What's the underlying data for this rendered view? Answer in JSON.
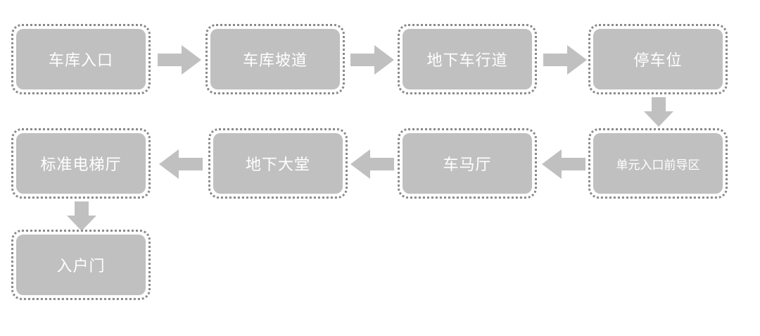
{
  "diagram": {
    "nodes": [
      {
        "id": "garage-entrance",
        "label": "车库入口"
      },
      {
        "id": "garage-ramp",
        "label": "车库坡道"
      },
      {
        "id": "underground-driveway",
        "label": "地下车行道"
      },
      {
        "id": "parking-space",
        "label": "停车位"
      },
      {
        "id": "unit-entrance-area",
        "label": "单元入口前导区"
      },
      {
        "id": "car-horse-hall",
        "label": "车马厅"
      },
      {
        "id": "underground-lobby",
        "label": "地下大堂"
      },
      {
        "id": "elevator-hall",
        "label": "标准电梯厅"
      },
      {
        "id": "home-entrance",
        "label": "入户门"
      }
    ],
    "edges": [
      {
        "from": "garage-entrance",
        "to": "garage-ramp"
      },
      {
        "from": "garage-ramp",
        "to": "underground-driveway"
      },
      {
        "from": "underground-driveway",
        "to": "parking-space"
      },
      {
        "from": "parking-space",
        "to": "unit-entrance-area"
      },
      {
        "from": "unit-entrance-area",
        "to": "car-horse-hall"
      },
      {
        "from": "car-horse-hall",
        "to": "underground-lobby"
      },
      {
        "from": "underground-lobby",
        "to": "elevator-hall"
      },
      {
        "from": "elevator-hall",
        "to": "home-entrance"
      }
    ],
    "colors": {
      "node_fill": "#c0c0c0",
      "node_border": "#8a8a8a",
      "text": "#ffffff",
      "arrow": "#c0c0c0"
    }
  }
}
